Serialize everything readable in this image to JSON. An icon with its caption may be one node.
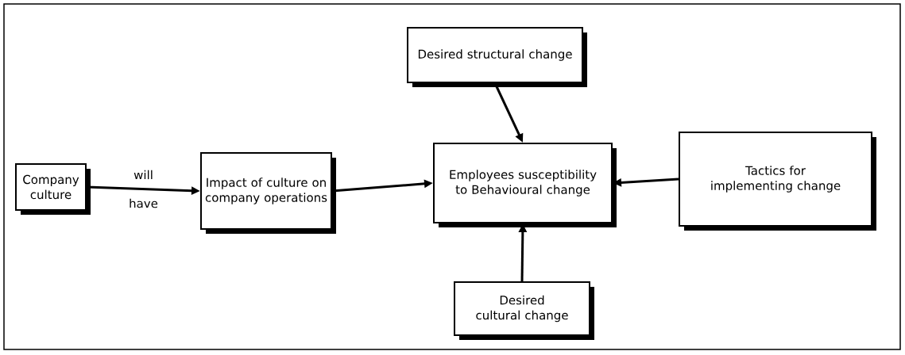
{
  "diagram": {
    "nodes": [
      {
        "text": [
          "Company culture"
        ]
      },
      {
        "text": [
          "Impact of culture on company operations"
        ]
      },
      {
        "text": [
          "Desired structural change"
        ]
      },
      {
        "text": [
          "Employees susceptibility to Behavioural change"
        ]
      },
      {
        "text": [
          "Tactics for implementing change"
        ]
      },
      {
        "text": [
          "Desired cultural change"
        ]
      }
    ],
    "edges": [
      {
        "from": 0,
        "to": 1,
        "arrow": "to",
        "label": "will have"
      },
      {
        "from": 1,
        "to": 3,
        "arrow": "to"
      },
      {
        "from": 2,
        "to": 3,
        "arrow": "to"
      },
      {
        "from": 4,
        "to": 3,
        "arrow": "to"
      },
      {
        "from": 5,
        "to": 3,
        "arrow": "to"
      }
    ]
  }
}
